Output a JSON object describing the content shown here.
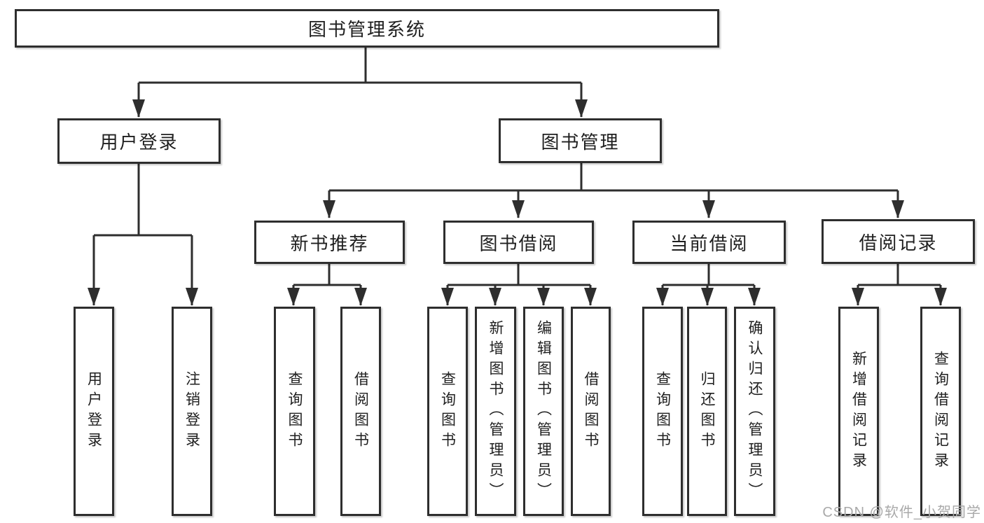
{
  "tree": {
    "label": "图书管理系统",
    "children": [
      {
        "label": "用户登录",
        "children": [
          {
            "label": "用户登录"
          },
          {
            "label": "注销登录"
          }
        ]
      },
      {
        "label": "图书管理",
        "children": [
          {
            "label": "新书推荐",
            "children": [
              {
                "label": "查询图书"
              },
              {
                "label": "借阅图书"
              }
            ]
          },
          {
            "label": "图书借阅",
            "children": [
              {
                "label": "查询图书"
              },
              {
                "label": "新增图书（管理员）"
              },
              {
                "label": "编辑图书（管理员）"
              },
              {
                "label": "借阅图书"
              }
            ]
          },
          {
            "label": "当前借阅",
            "children": [
              {
                "label": "查询图书"
              },
              {
                "label": "归还图书"
              },
              {
                "label": "确认归还（管理员）"
              }
            ]
          },
          {
            "label": "借阅记录",
            "children": [
              {
                "label": "新增借阅记录"
              },
              {
                "label": "查询借阅记录"
              }
            ]
          }
        ]
      }
    ]
  },
  "watermark": "CSDN @软件_小贺同学",
  "colors": {
    "line": "#2e2e2e",
    "text": "#1f1f1f",
    "box_bg": "#ffffff",
    "watermark_gray": "#a9a9a9"
  }
}
